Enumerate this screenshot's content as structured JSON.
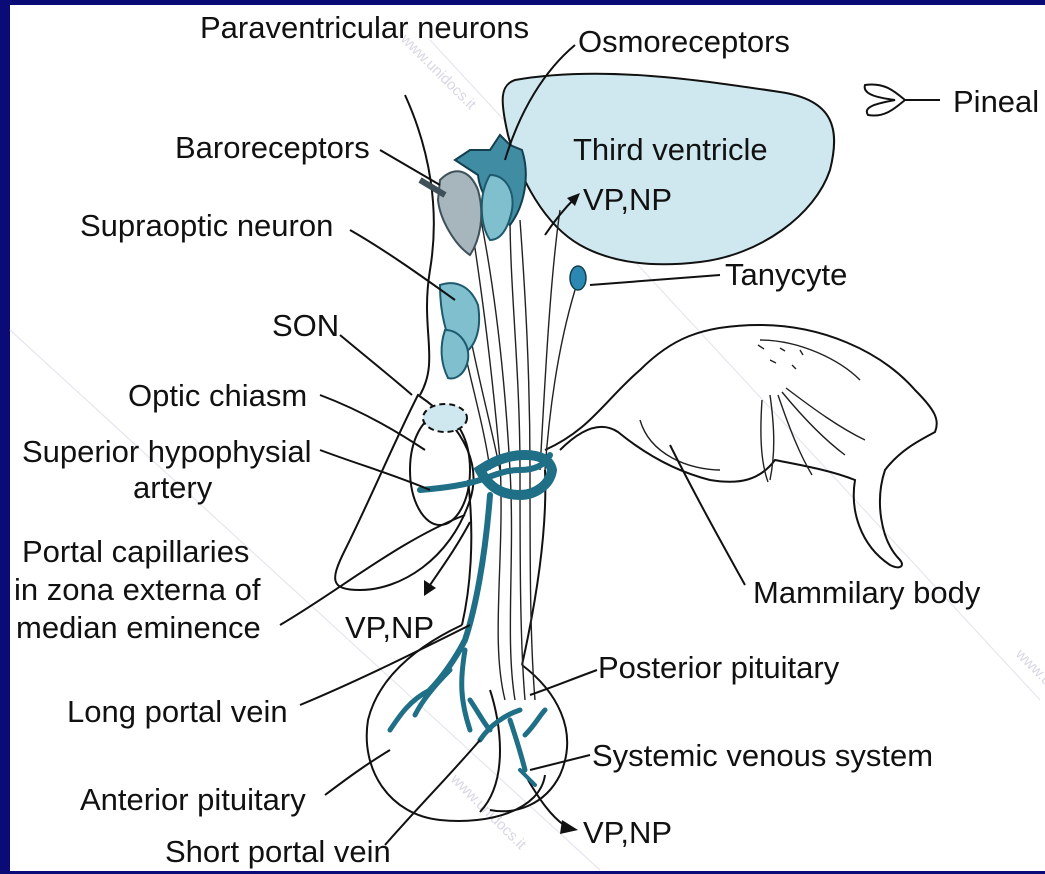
{
  "labels": {
    "paraventricular": "Paraventricular neurons",
    "osmoreceptors": "Osmoreceptors",
    "pineal": "Pineal",
    "baroreceptors": "Baroreceptors",
    "third_ventricle": "Third ventricle",
    "vpnp_top": "VP,NP",
    "supraoptic": "Supraoptic neuron",
    "tanycyte": "Tanycyte",
    "son": "SON",
    "optic_chiasm": "Optic chiasm",
    "superior_hypophysial_1": "Superior hypophysial",
    "superior_hypophysial_2": "artery",
    "portal_capillaries_1": "Portal capillaries",
    "portal_capillaries_2": "in zona externa of",
    "portal_capillaries_3": "median eminence",
    "vpnp_mid": "VP,NP",
    "mammilary_body": "Mammilary body",
    "long_portal_vein": "Long portal vein",
    "posterior_pituitary": "Posterior pituitary",
    "systemic_venous": "Systemic venous system",
    "anterior_pituitary": "Anterior pituitary",
    "short_portal_vein": "Short portal vein",
    "vpnp_bottom": "VP,NP"
  },
  "watermark": "www.unidocs.it",
  "colors": {
    "background": "#0b0b78",
    "panel": "#ffffff",
    "ventricle_fill": "#cfe8ef",
    "neuron_light": "#7fbfce",
    "neuron_dark": "#3f8ca3",
    "vessel": "#1f6f86",
    "baroreceptor": "#a7b6bd"
  }
}
